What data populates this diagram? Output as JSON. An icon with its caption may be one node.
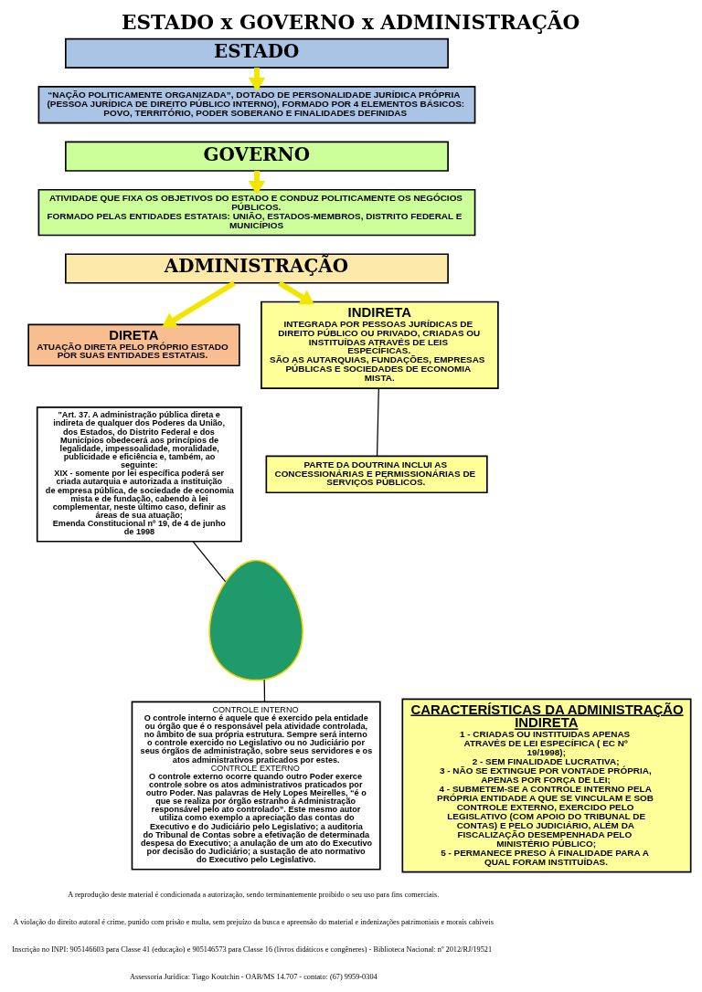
{
  "diagram": {
    "title": "ESTADO x GOVERNO x ADMINISTRAÇÃO",
    "nodes": [
      {
        "text": [
          "ESTADO"
        ]
      },
      {
        "text": [
          "“NAÇÃO POLITICAMENTE ORGANIZADA”, DOTADO DE PERSONALIDADE JURÍDICA PRÓPRIA (PESSOA JURÍDICA DE DIREITO PÚBLICO INTERNO), FORMADO POR 4 ELEMENTOS BÁSICOS: POVO, TERRITÓRIO, PODER SOBERANO E FINALIDADES DEFINIDAS"
        ]
      },
      {
        "text": [
          "GOVERNO"
        ]
      },
      {
        "text": [
          "ATIVIDADE QUE FIXA OS OBJETIVOS DO ESTADO E CONDUZ POLITICAMENTE OS NEGÓCIOS PÚBLICOS.",
          "FORMADO PELAS ENTIDADES ESTATAIS: UNIÃO, ESTADOS-MEMBROS, DISTRITO FEDERAL E MUNICÍPIOS"
        ]
      },
      {
        "text": [
          "ADMINISTRAÇÃO"
        ]
      },
      {
        "text": [
          "DIRETA",
          "ATUAÇÃO DIRETA PELO PRÓPRIO ESTADO POR SUAS ENTIDADES ESTATAIS."
        ]
      },
      {
        "text": [
          "INDIRETA",
          "INTEGRADA POR PESSOAS JURÍDICAS DE DIREITO PÚBLICO OU PRIVADO, CRIADAS OU INSTITUÍDAS ATRAVÉS DE LEIS ESPECÍFICAS.",
          "SÃO AS AUTARQUIAS, FUNDAÇÕES, EMPRESAS PÚBLICAS E SOCIEDADES DE ECONOMIA MISTA."
        ]
      },
      {
        "text": [
          "PARTE DA DOUTRINA INCLUI AS CONCESSIONÁRIAS E PERMISSIONÁRIAS DE SERVIÇOS PÚBLICOS."
        ]
      },
      {
        "text": [
          "\"Art. 37. A administração pública direta e indireta de qualquer dos Poderes da União, dos Estados, do Distrito Federal e dos Municípios obedecerá aos princípios de legalidade, impessoalidade, moralidade, publicidade e eficiência e, também, ao seguinte:",
          "XIX - somente por lei específica poderá ser criada autarquia e autorizada a instituição de empresa pública, de sociedade de economia mista e de fundação, cabendo à lei complementar, neste último caso, definir as áreas de sua atuação;",
          "Emenda Constitucional nº 19, de 4 de junho de 1998"
        ]
      },
      {
        "text": [],
        "shape": "picture"
      },
      {
        "text": [
          "CARACTERÍSTICAS DA ADMINISTRAÇÃO INDIRETA",
          "1 - CRIADAS OU INSTITUIDAS APENAS ATRAVÉS DE LEI ESPECÍFICA ( EC Nº 19/1998);",
          "2 - SEM FINALIDADE LUCRATIVA;",
          "3 - NÃO SE EXTINGUE POR VONTADE PRÓPRIA, APENAS POR FORÇA DE LEI;",
          "4 - SUBMETEM-SE A CONTROLE INTERNO PELA PRÓPRIA ENTIDADE A QUE SE VINCULAM E SOB CONTROLE EXTERNO, EXERCIDO PELO LEGISLATIVO (COM APOIO DO TRIBUNAL DE CONTAS) E PELO JUDICIÁRIO, ALÉM DA FISCALIZAÇÃO DESEMPENHADA PELO MINISTÉRIO PÚBLICO;",
          "5 - PERMANECE PRESO À FINALIDADE PARA A QUAL FORAM INSTITUÍDAS."
        ]
      },
      {
        "text": [
          "CONTROLE INTERNO",
          "O controle interno é aquele que é exercido pela entidade ou órgão que é o responsável pela atividade controlada, no âmbito de sua própria estrutura. Sempre será interno o controle exercido no Legislativo ou no Judiciário por seus órgãos de administração, sobre seus servidores e os atos administrativos praticados por estes.",
          "CONTROLE EXTERNO",
          "O controle externo ocorre quando outro Poder exerce controle sobre os atos administrativos praticados por outro Poder. Nas palavras de Hely Lopes Meirelles, “é o que se realiza por órgão estranho à Administração responsável pelo ato controlado”. Este mesmo autor utiliza como exemplo a apreciação das contas do Executivo e do Judiciário pelo Legislativo; a auditoria do Tribunal de Contas sobre a efetivação de determinada despesa do Executivo; a anulação de um ato do Executivo por decisão do Judiciário; a sustação de ato normativo do Executivo pelo Legislativo."
        ]
      }
    ],
    "edges": [
      {
        "from": 0,
        "to": 1,
        "arrow": "to"
      },
      {
        "from": 2,
        "to": 3,
        "arrow": "to"
      },
      {
        "from": 4,
        "to": 5,
        "arrow": "to"
      },
      {
        "from": 4,
        "to": 6,
        "arrow": "to"
      },
      {
        "from": 6,
        "to": 7,
        "arrow": "none",
        "color": "#000000"
      },
      {
        "from": 8,
        "to": 9,
        "arrow": "none",
        "color": "#000000"
      },
      {
        "from": 11,
        "to": 9,
        "arrow": "none",
        "color": "#000000"
      }
    ],
    "labels": [
      "A reprodução deste material é condicionada a autorização, sendo terminantemente proibido o seu uso para fins comerciais.",
      "A violação do direito autoral é crime, punido com prisão e multa, sem prejuízo da busca e apreensão do material e indenizações patrimoniais e morais cabíveis",
      "Inscrição no INPI: 905146603 para Classe 41 (educação) e 905146573 para Classe 16 (livros didáticos e congêneres) - Biblioteca Nacional: nº 2012/RJ/19521",
      "Assessoria Jurídica: Tiago Koutchin - OAB/MS 14.707 - contato: (67) 9959-0304"
    ]
  }
}
